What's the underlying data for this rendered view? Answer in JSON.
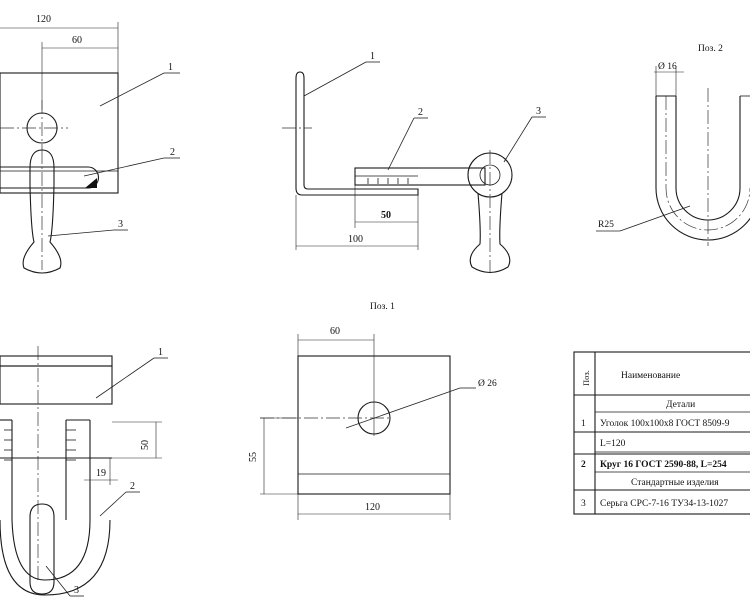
{
  "views": {
    "front_left": {
      "dims": {
        "width_total": "120",
        "width_half": "60"
      },
      "callouts": {
        "c1": "1",
        "c2": "2",
        "c3": "3"
      }
    },
    "side": {
      "dims": {
        "overall": "100",
        "plate": "50"
      },
      "callouts": {
        "c1": "1",
        "c2": "2",
        "c3": "3"
      }
    },
    "pos2": {
      "title": "Поз. 2",
      "dims": {
        "diameter": "Ø 16",
        "radius": "R25"
      }
    },
    "pos1": {
      "title": "Поз. 1",
      "dims": {
        "width_half": "60",
        "hole": "Ø 26",
        "height": "55",
        "width_total": "120"
      }
    },
    "bottom_left": {
      "dims": {
        "plate": "50",
        "gap": "19"
      },
      "callouts": {
        "c1": "1",
        "c2": "2",
        "c3": "3"
      }
    }
  },
  "spec_table": {
    "col_pos": "Поз.",
    "col_name": "Наименование",
    "rows": [
      {
        "type": "section",
        "pos": "",
        "name": "Детали"
      },
      {
        "type": "item",
        "pos": "1",
        "name": "Уголок 100х100х8 ГОСТ 8509-9"
      },
      {
        "type": "item",
        "pos": "",
        "name": "L=120"
      },
      {
        "type": "item-bold",
        "pos": "2",
        "name": "Круг 16 ГОСТ 2590-88, L=254"
      },
      {
        "type": "section",
        "pos": "",
        "name": "Стандартные изделия"
      },
      {
        "type": "item",
        "pos": "3",
        "name": "Серьга СРС-7-16 ТУ34-13-1027"
      }
    ]
  }
}
